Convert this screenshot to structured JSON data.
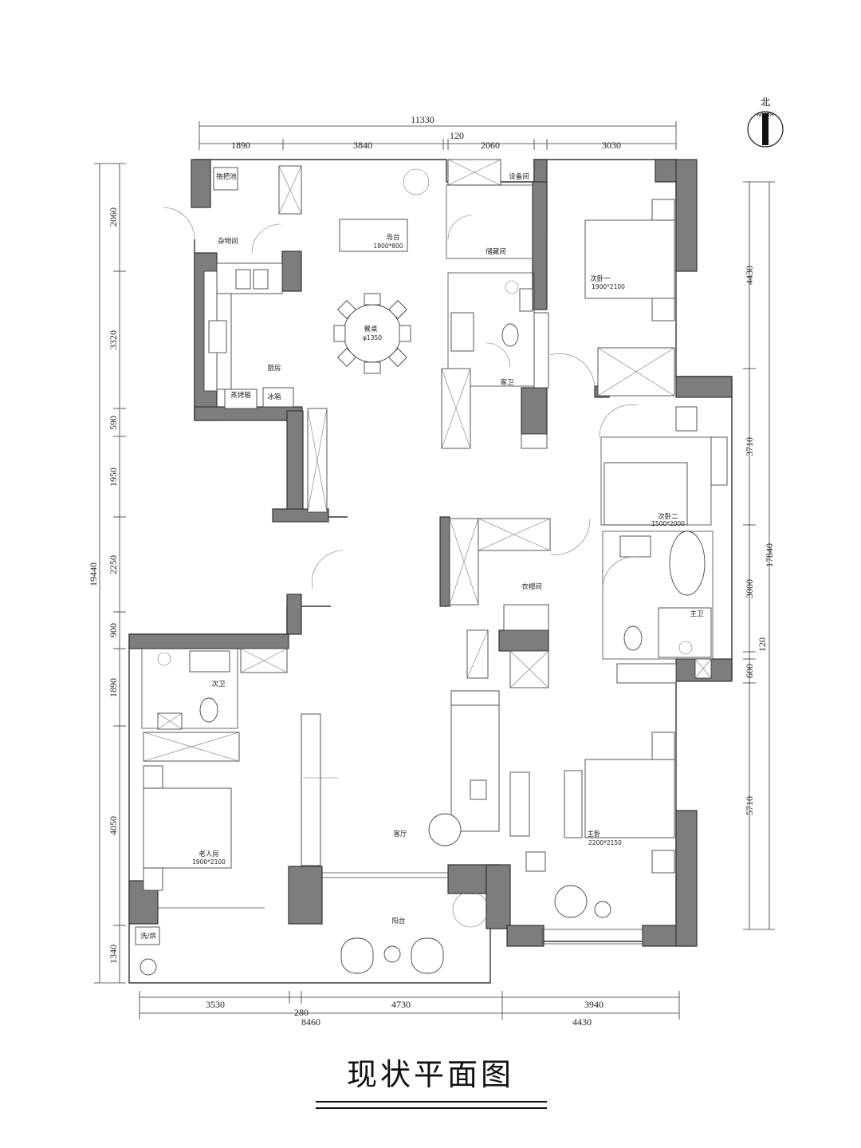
{
  "title": "现状平面图",
  "north": {
    "cn": "北",
    "en": "NORTH"
  },
  "dims": {
    "top_total": "11330",
    "top_gap": "120",
    "top": [
      "1890",
      "3840",
      "2060",
      "3030"
    ],
    "left_total": "19440",
    "left": [
      "2060",
      "3320",
      "590",
      "1950",
      "2250",
      "900",
      "1890",
      "4050",
      "1340"
    ],
    "right_total": "17840",
    "right": [
      "4430",
      "3710",
      "3000",
      "120",
      "600",
      "5710"
    ],
    "bottom_row1": [
      "3530",
      "280",
      "4730",
      "3940"
    ],
    "bottom_row2": [
      "8460",
      "4430"
    ]
  },
  "rooms": {
    "mop": "拖把池",
    "storage_misc": "杂物间",
    "island": "岛台",
    "island_size": "1800*800",
    "equipment": "设备间",
    "storage": "储藏间",
    "bedroom2": "次卧一",
    "bedroom2_size": "1900*2100",
    "dining": "餐桌",
    "dining_size": "φ1350",
    "kitchen": "厨房",
    "oven": "蒸烤箱",
    "fridge": "冰箱",
    "guest_bath": "客卫",
    "bedroom3": "次卧二",
    "bedroom3_size": "1500*2000",
    "cloakroom": "衣帽间",
    "master_bath": "主卫",
    "second_bath": "次卫",
    "elder_room": "老人房",
    "elder_size": "1900*2100",
    "living": "客厅",
    "master_bed": "主卧",
    "master_size": "2200*2150",
    "balcony": "阳台",
    "laundry": "洗/烘"
  }
}
